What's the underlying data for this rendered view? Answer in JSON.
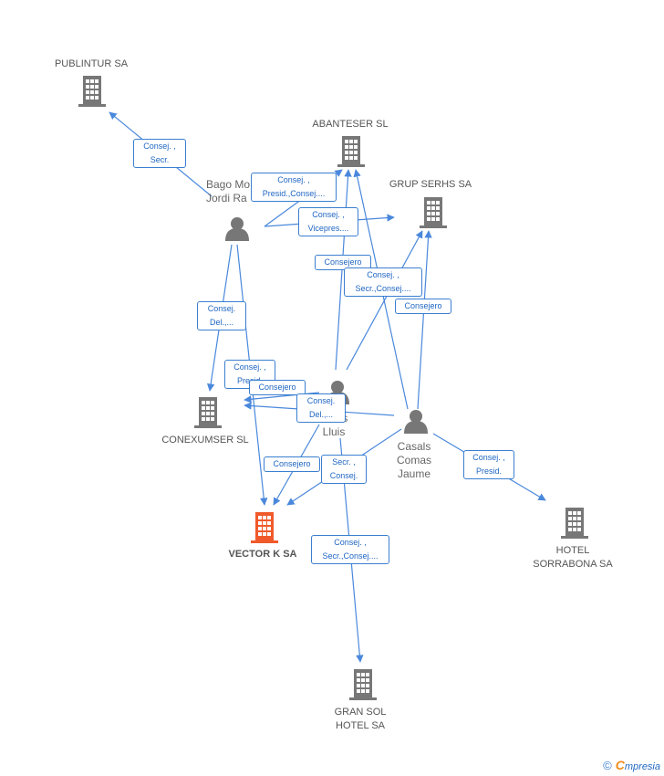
{
  "colors": {
    "edge": "#4a88dc",
    "building": "#777777",
    "main_building": "#f05a2a",
    "person": "#777777"
  },
  "companies": {
    "publintur": {
      "name": "PUBLINTUR SA"
    },
    "abanteser": {
      "name": "ABANTESER SL"
    },
    "grup_serhs": {
      "name": "GRUP SERHS SA"
    },
    "conexumser": {
      "name": "CONEXUMSER SL"
    },
    "vector_k": {
      "name": "VECTOR K SA"
    },
    "hotel_sorrabona": {
      "line1": "HOTEL",
      "line2": "SORRABONA SA"
    },
    "gran_sol": {
      "line1": "GRAN SOL",
      "line2": "HOTEL SA"
    }
  },
  "people": {
    "bago": {
      "line1": "Bago Mo",
      "line2": "Jordi Ra"
    },
    "lluis": {
      "line1": "ras",
      "line2": "Lluis"
    },
    "casals": {
      "line1": "Casals",
      "line2": "Comas",
      "line3": "Jaume"
    }
  },
  "edge_labels": {
    "publintur": {
      "l1": "Consej. ,",
      "l2": "Secr."
    },
    "abanteser_a": {
      "l1": "Consej. ,",
      "l2": "Presid.,Consej...."
    },
    "serhs_a": {
      "l1": "Consej. ,",
      "l2": "Vicepres...."
    },
    "consejero_a": {
      "l1": "Consejero"
    },
    "abanteser_b": {
      "l1": "Consej. ,",
      "l2": "Secr.,Consej...."
    },
    "consejero_b": {
      "l1": "Consejero"
    },
    "conexumser_a": {
      "l1": "Consej.",
      "l2": "Del.,..."
    },
    "vector_a": {
      "l1": "Consej. ,",
      "l2": "Presid."
    },
    "consejero_c": {
      "l1": "Consejero"
    },
    "conexumser_b": {
      "l1": "Consej.",
      "l2": "Del.,..."
    },
    "consejero_d": {
      "l1": "Consejero"
    },
    "vector_b": {
      "l1": "Secr. ,",
      "l2": "Consej."
    },
    "sorrabona": {
      "l1": "Consej. ,",
      "l2": "Presid."
    },
    "gran_sol": {
      "l1": "Consej. ,",
      "l2": "Secr.,Consej...."
    }
  },
  "footer": {
    "copyright": "©",
    "brand_initial": "C",
    "brand_rest": "mpresia"
  }
}
